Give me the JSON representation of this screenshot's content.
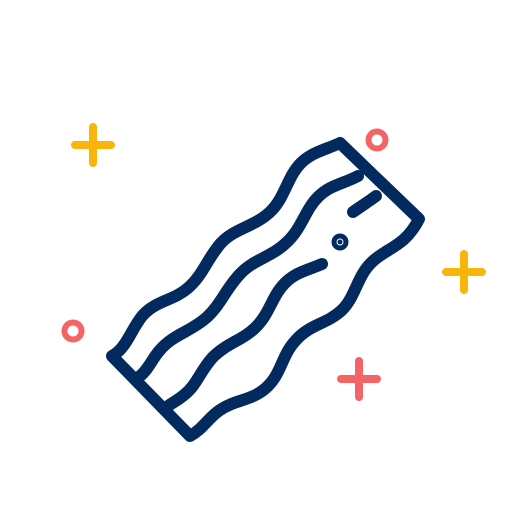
{
  "illustration": {
    "subject": "bacon-strip-icon",
    "colors": {
      "outline": "#022a5e",
      "plus_yellow": "#fbb40c",
      "accent_red": "#f46464"
    },
    "decorations": [
      "plus-sparkle-yellow",
      "plus-sparkle-yellow",
      "plus-sparkle-red",
      "ring-sparkle-red",
      "ring-sparkle-red"
    ]
  }
}
